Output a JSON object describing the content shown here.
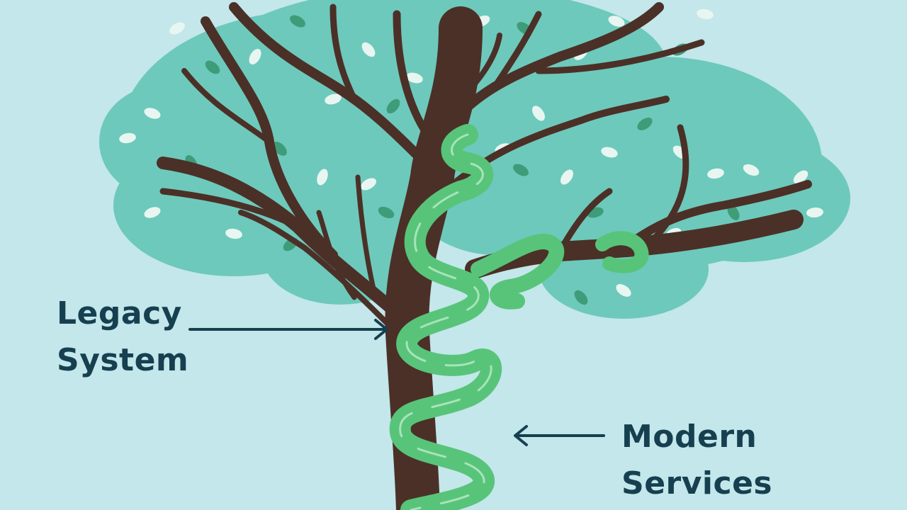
{
  "labels": {
    "legacy": {
      "line1": "Legacy",
      "line2": "System"
    },
    "modern": {
      "line1": "Modern",
      "line2": "Services"
    }
  },
  "colors": {
    "background": "#c3e7ea",
    "canopy": "#6dc9bb",
    "trunk": "#4b3027",
    "vine": "#58c47a",
    "vine_highlight": "#a7e4b9",
    "leaf_light": "#e8f6f1",
    "leaf_dark": "#3f9c79",
    "text": "#163f50"
  },
  "icons": [
    "tree-illustration",
    "vine-illustration",
    "arrow-right-icon",
    "arrow-left-icon"
  ]
}
